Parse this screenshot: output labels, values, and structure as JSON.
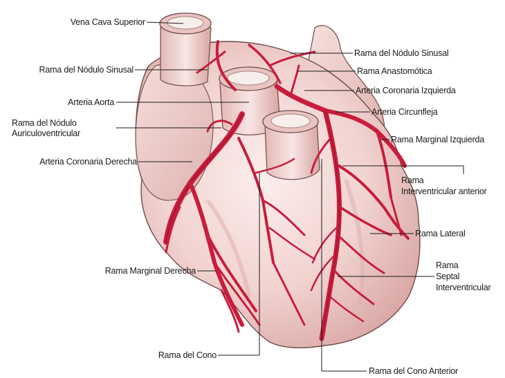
{
  "colors": {
    "background": "#ffffff",
    "tissue": "#f2d6d3",
    "tissue_shadow": "#d9a9a6",
    "tissue_outline": "#6e4a48",
    "vessel_inner": "#f7eeea",
    "artery": "#c81d3c",
    "artery_dark": "#8e0f28",
    "leader_line": "#1a1a1a",
    "text": "#1a1a1a"
  },
  "diagram": {
    "left_labels": {
      "vena_cava_superior": "Vena Cava Superior",
      "rama_nodulo_sinusal": "Rama del Nódulo Sinusal",
      "arteria_aorta": "Arteria Aorta",
      "rama_nodulo_auriculo_1": "Rama del Nódulo",
      "rama_nodulo_auriculo_2": "Auriculoventricular",
      "arteria_coronaria_derecha": "Arteria Coronaria Derecha",
      "rama_marginal_derecha": "Rama Marginal Derecha",
      "rama_cono": "Rama del Cono"
    },
    "right_labels": {
      "rama_nodulo_sinusal": "Rama del Nódulo Sinusal",
      "rama_anastomotica": "Rama Anastomótica",
      "arteria_coronaria_izquierda": "Arteria Coronaria Izquierda",
      "arteria_circunfleja": "Arteria Circunfleja",
      "rama_marginal_izquierda": "Rama Marginal Izquierda",
      "rama_interventricular_1": "Rama",
      "rama_interventricular_2": "Interventricular anterior",
      "rama_lateral": "Rama Lateral",
      "rama_septal_1": "Rama",
      "rama_septal_2": "Septal",
      "rama_septal_3": "Interventricular",
      "rama_cono_anterior": "Rama del Cono Anterior"
    }
  }
}
